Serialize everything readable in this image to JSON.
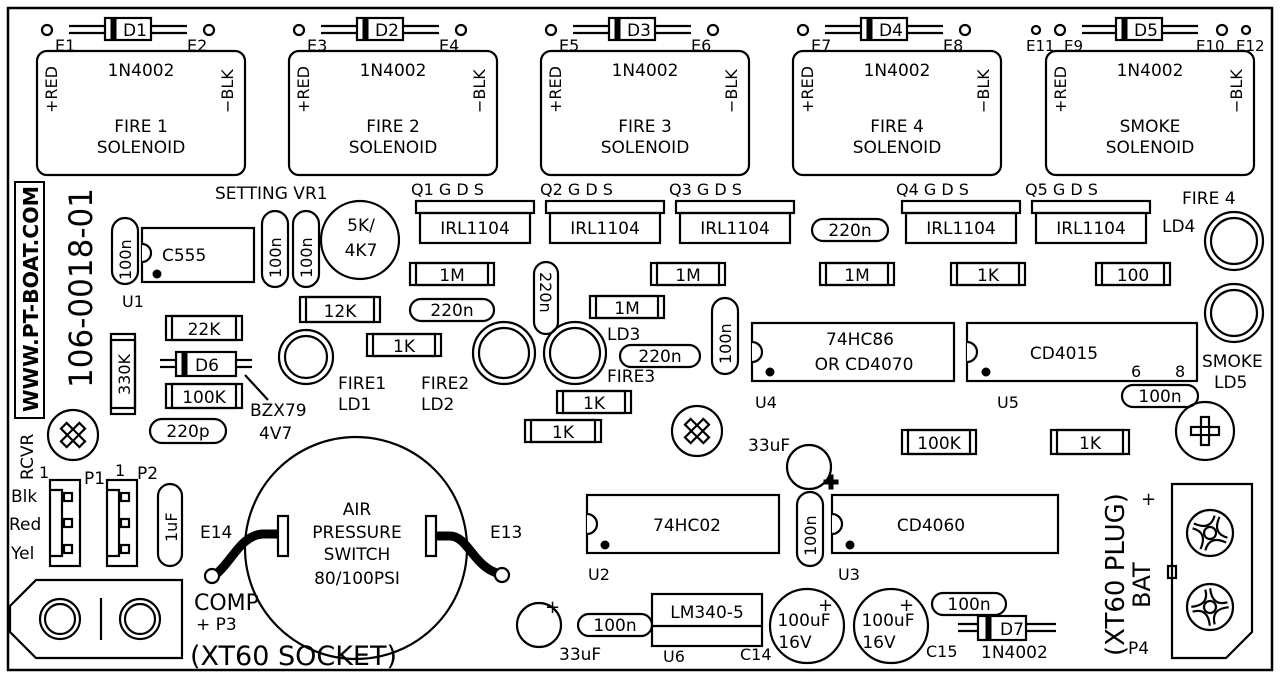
{
  "solenoids": [
    {
      "diode": "D1",
      "left_pad": "E1",
      "right_pad": "E2",
      "part": "1N4002",
      "pos": "+RED",
      "neg": "−BLK",
      "line1": "FIRE 1",
      "line2": "SOLENOID"
    },
    {
      "diode": "D2",
      "left_pad": "E3",
      "right_pad": "E4",
      "part": "1N4002",
      "pos": "+RED",
      "neg": "−BLK",
      "line1": "FIRE 2",
      "line2": "SOLENOID"
    },
    {
      "diode": "D3",
      "left_pad": "E5",
      "right_pad": "E6",
      "part": "1N4002",
      "pos": "+RED",
      "neg": "−BLK",
      "line1": "FIRE 3",
      "line2": "SOLENOID"
    },
    {
      "diode": "D4",
      "left_pad": "E7",
      "right_pad": "E8",
      "part": "1N4002",
      "pos": "+RED",
      "neg": "−BLK",
      "line1": "FIRE 4",
      "line2": "SOLENOID"
    },
    {
      "diode": "D5",
      "left_pad": "E9",
      "right_pad": "E10",
      "part": "1N4002",
      "pos": "+RED",
      "neg": "−BLK",
      "line1": "SMOKE",
      "line2": "SOLENOID"
    }
  ],
  "extra_pads": {
    "e11": "E11",
    "e12": "E12"
  },
  "board_id": "106-0018-01",
  "website": "WWW.PT-BOAT.COM",
  "mosfets": [
    {
      "label": "Q1 G D S",
      "part": "IRL1104"
    },
    {
      "label": "Q2 G D S",
      "part": "IRL1104"
    },
    {
      "label": "Q3 G D S",
      "part": "IRL1104"
    },
    {
      "label": "Q4 G D S",
      "part": "IRL1104"
    },
    {
      "label": "Q5 G D S",
      "part": "IRL1104"
    }
  ],
  "resistors": {
    "r1m_a": "1M",
    "r1m_b": "1M",
    "r1m_c": "1M",
    "r1m_d": "1M",
    "r1k_a": "1K",
    "r1k_b": "1K",
    "r1k_c": "1K",
    "r1k_d": "1K",
    "r1k_e": "1K",
    "r100": "100",
    "r12k": "12K",
    "r22k": "22K",
    "r330k": "330K",
    "r100k_a": "100K",
    "r100k_b": "100K"
  },
  "capacitors": {
    "c220n_a": "220n",
    "c220n_b": "220n",
    "c220n_c": "220n",
    "c220n_d": "220n",
    "c100n_a": "100n",
    "c100n_b": "100n",
    "c100n_c": "100n",
    "c100n_d": "100n",
    "c100n_e": "100n",
    "c100n_f": "100n",
    "c100n_g": "100n",
    "c220p": "220p",
    "c1uf": "1uF"
  },
  "setting_vr1": "SETTING VR1",
  "pot": {
    "line1": "5K/",
    "line2": "4K7"
  },
  "u1": {
    "part": "C555",
    "ref": "U1"
  },
  "d6": "D6",
  "zener": {
    "line1": "BZX79",
    "line2": "4V7"
  },
  "leds": {
    "ld1": {
      "name": "FIRE1",
      "ref": "LD1"
    },
    "ld2": {
      "name": "FIRE2",
      "ref": "LD2"
    },
    "ld3": {
      "name": "FIRE3",
      "ref": "LD3"
    },
    "ld4": {
      "name": "FIRE 4",
      "ref": "LD4"
    },
    "ld5": {
      "name": "SMOKE",
      "ref": "LD5"
    }
  },
  "u4": {
    "line1": "74HC86",
    "line2": "OR CD4070",
    "ref": "U4"
  },
  "u5": {
    "part": "CD4015",
    "ref": "U5",
    "pin6": "6",
    "pin8": "8"
  },
  "u2": {
    "part": "74HC02",
    "ref": "U2"
  },
  "u3": {
    "part": "CD4060",
    "ref": "U3"
  },
  "u6": {
    "part": "LM340-5",
    "ref": "U6"
  },
  "c33uf_a": "33uF",
  "c33uf_b": "33uF",
  "c14": {
    "value": "100uF",
    "voltage": "16V",
    "ref": "C14"
  },
  "c15": {
    "value": "100uF",
    "voltage": "16V",
    "ref": "C15"
  },
  "d7": {
    "diode": "D7",
    "part": "1N4002"
  },
  "receiver": {
    "rcvr": "RCVR",
    "pin1_a": "1",
    "pin1_b": "1",
    "p1": "P1",
    "p2": "P2",
    "blk": "Blk",
    "red": "Red",
    "yel": "Yel"
  },
  "air_switch": {
    "line1": "AIR",
    "line2": "PRESSURE",
    "line3": "SWITCH",
    "line4": "80/100PSI",
    "e14": "E14",
    "e13": "E13"
  },
  "comp": {
    "label": "COMP",
    "pin": "+ P3",
    "socket": "(XT60 SOCKET)"
  },
  "battery": {
    "plug": "(XT60 PLUG)",
    "bat": "BAT",
    "plus": "+",
    "ref": "P4"
  },
  "polarity_plus": "+"
}
